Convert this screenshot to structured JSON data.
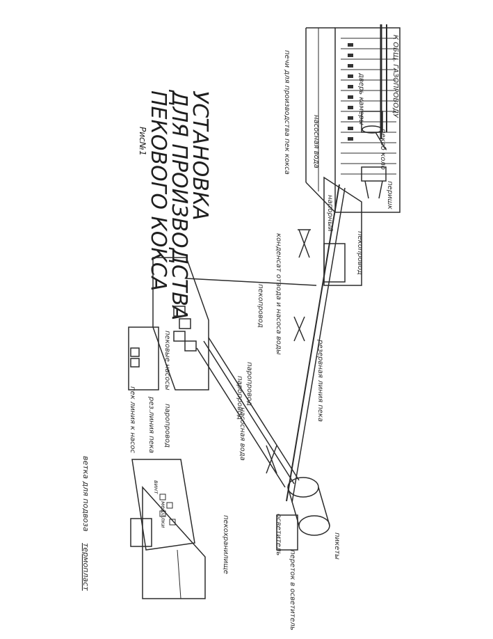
{
  "title": {
    "line1": "УСТАНОВКА",
    "line2": "ДЛЯ ПРОИЗВОДСТВА",
    "line3": "ПЕКОВОГО КОКСА",
    "figure": "Рис№1"
  },
  "labels": {
    "furnaces": "печи для производства пек кокса",
    "gas_pipeline": "К ОБЩ. ГАЗОПРОВОДУ",
    "chamber_door": "дверь камеры",
    "coke_guide": "пекоб коло",
    "quench_water": "насосная вода",
    "hopper": "перишк",
    "naporny": "напорный",
    "pitch_pipe_top": "пекопровод",
    "condensate": "конденсат отвода и насоса воды",
    "pitch_pipe_mid": "пекопровод",
    "pitch_pumps": "пековые насосы",
    "reserve_line": "резервная линия пека",
    "steam_line_1": "паропровод",
    "steam_line_2": "паропровод",
    "pump_water": "насосная вода",
    "pitch_to_pump": "пек линия к насос",
    "pitch_line_reserve": "рез.линия пека",
    "steam_line_3": "паропровод",
    "pitch_tanks": "пекохранилище",
    "clarifier": "осветитель",
    "pitch_outlet": "пикеты",
    "transfer": "переток в осветитель",
    "branch": "ветка для подвоза",
    "thermoplast": "термопласт",
    "tank_note_1": "винт",
    "tank_note_2": "мешалки"
  }
}
